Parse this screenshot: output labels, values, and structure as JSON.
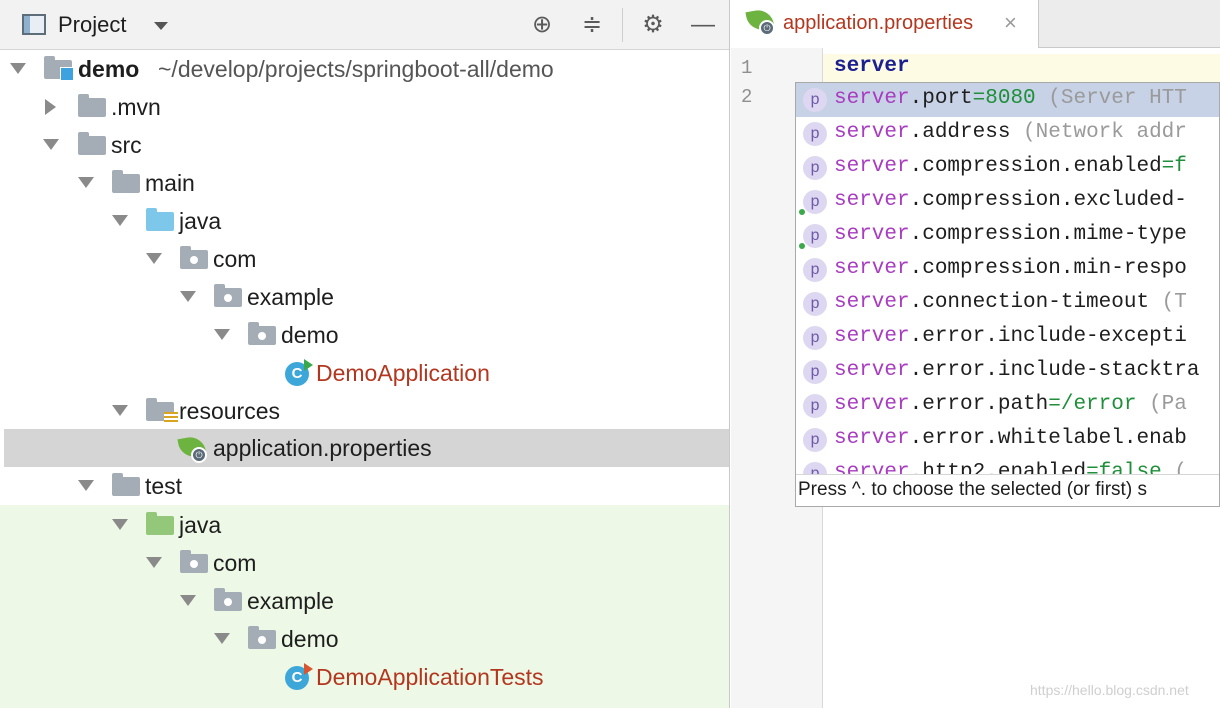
{
  "project_panel": {
    "title": "Project",
    "tree": [
      {
        "label": "demo",
        "path": "~/develop/projects/springboot-all/demo"
      },
      {
        "label": ".mvn"
      },
      {
        "label": "src"
      },
      {
        "label": "main"
      },
      {
        "label": "java"
      },
      {
        "label": "com"
      },
      {
        "label": "example"
      },
      {
        "label": "demo"
      },
      {
        "label": "DemoApplication"
      },
      {
        "label": "resources"
      },
      {
        "label": "application.properties"
      },
      {
        "label": "test"
      },
      {
        "label": "java"
      },
      {
        "label": "com"
      },
      {
        "label": "example"
      },
      {
        "label": "demo"
      },
      {
        "label": "DemoApplicationTests"
      }
    ]
  },
  "editor": {
    "tab_label": "application.properties",
    "tab_close": "×",
    "line_numbers": [
      "1",
      "2"
    ],
    "line1_text": "server",
    "completion": {
      "items": [
        {
          "match": "server",
          "rest": ".port",
          "value": "=8080",
          "hint": " (Server HTT"
        },
        {
          "match": "server",
          "rest": ".address",
          "value": "",
          "hint": " (Network addr"
        },
        {
          "match": "server",
          "rest": ".compression.enabled",
          "value": "=f",
          "hint": ""
        },
        {
          "match": "server",
          "rest": ".compression.excluded-",
          "value": "",
          "hint": ""
        },
        {
          "match": "server",
          "rest": ".compression.mime-type",
          "value": "",
          "hint": ""
        },
        {
          "match": "server",
          "rest": ".compression.min-respo",
          "value": "",
          "hint": ""
        },
        {
          "match": "server",
          "rest": ".connection-timeout",
          "value": "",
          "hint": " (T"
        },
        {
          "match": "server",
          "rest": ".error.include-excepti",
          "value": "",
          "hint": ""
        },
        {
          "match": "server",
          "rest": ".error.include-stacktra",
          "value": "",
          "hint": ""
        },
        {
          "match": "server",
          "rest": ".error.path",
          "value": "=/error",
          "hint": " (Pa"
        },
        {
          "match": "server",
          "rest": ".error.whitelabel.enab",
          "value": "",
          "hint": ""
        },
        {
          "match": "server",
          "rest": ".http2.enabled",
          "value": "=false",
          "hint": " ("
        }
      ],
      "footer": "Press ^. to choose the selected (or first) s"
    }
  },
  "watermark": "https://hello.blog.csdn.net",
  "colors": {
    "accent_orange": "#b3371f",
    "keyword_blue": "#1b1f8f",
    "match_purple": "#a83bc0",
    "selection": "#c7d2e6",
    "test_bg": "#eef8e6"
  }
}
